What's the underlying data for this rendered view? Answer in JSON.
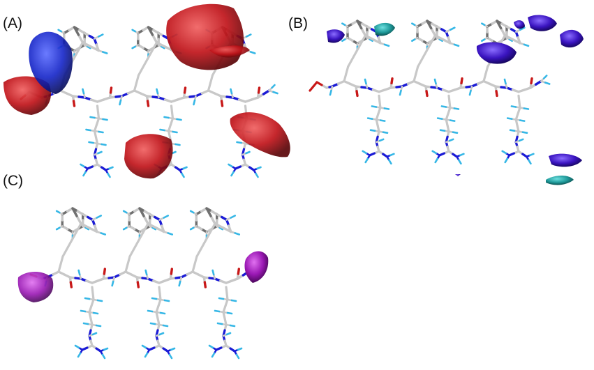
{
  "panels": [
    {
      "label": "(A)"
    },
    {
      "label": "(B)"
    },
    {
      "label": "(C)"
    }
  ],
  "colors": {
    "background": "#ffffff",
    "carbon": "#c8c8c8",
    "carbon_dark": "#6f6f6f",
    "nitrogen": "#1a1ad6",
    "hydrogen": "#35b7e6",
    "oxygen": "#c81818",
    "contour_red": "#c0141a",
    "contour_blue": "#1424c8",
    "contour_purple": "#4a18c8",
    "contour_teal": "#1f9a9a",
    "contour_magenta": "#9a18b4"
  }
}
